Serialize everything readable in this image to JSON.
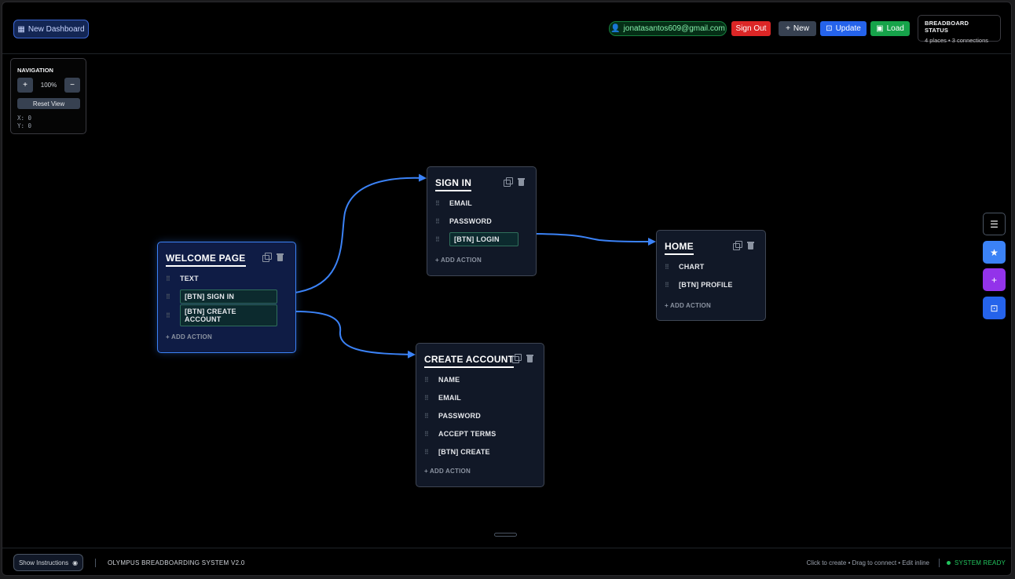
{
  "header": {
    "new_dashboard_label": "New Dashboard",
    "user_email": "jonatasantos609@gmail.com",
    "sign_out_label": "Sign Out",
    "new_label": "New",
    "update_label": "Update",
    "load_label": "Load",
    "status_title": "BREADBOARD STATUS",
    "status_summary": "4 places • 3 connections"
  },
  "navigation": {
    "title": "NAVIGATION",
    "zoom_in": "+",
    "zoom_out": "−",
    "zoom_level": "100%",
    "reset_label": "Reset View",
    "x_readout": "X: 0",
    "y_readout": "Y: 0"
  },
  "nodes": {
    "welcome": {
      "title": "WELCOME PAGE",
      "items": [
        "TEXT",
        "[BTN] SIGN IN",
        "[BTN] CREATE ACCOUNT"
      ],
      "add_action": "+ ADD ACTION"
    },
    "signin": {
      "title": "SIGN IN",
      "items": [
        "EMAIL",
        "PASSWORD",
        "[BTN] LOGIN"
      ],
      "add_action": "+ ADD ACTION"
    },
    "home": {
      "title": "HOME",
      "items": [
        "CHART",
        "[BTN] PROFILE"
      ],
      "add_action": "+ ADD ACTION"
    },
    "create": {
      "title": "CREATE ACCOUNT",
      "items": [
        "NAME",
        "EMAIL",
        "PASSWORD",
        "ACCEPT TERMS",
        "[BTN] CREATE"
      ],
      "add_action": "+ ADD ACTION"
    }
  },
  "footer": {
    "show_instructions": "Show Instructions",
    "system_title": "OLYMPUS BREADBOARDING SYSTEM V2.0",
    "hint": "Click to create • Drag to connect • Edit inline",
    "status": "SYSTEM READY"
  },
  "colors": {
    "accent": "#3b82f6",
    "connection": "#3b82f6",
    "danger": "#dc2626",
    "success": "#16a34a",
    "purple": "#9333ea"
  }
}
